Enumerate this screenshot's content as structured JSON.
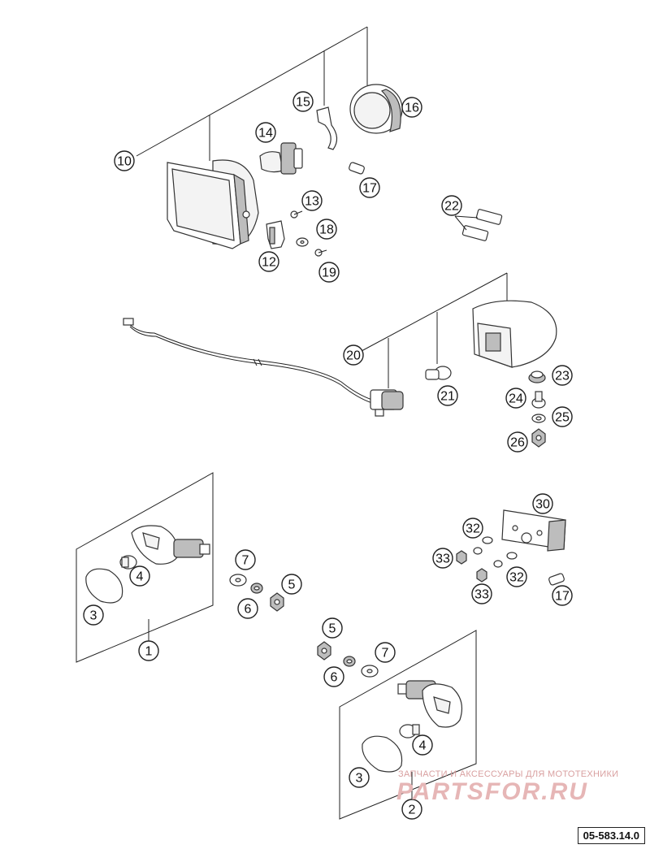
{
  "callouts": [
    {
      "id": "1",
      "label": "1"
    },
    {
      "id": "2",
      "label": "2"
    },
    {
      "id": "3a",
      "label": "3"
    },
    {
      "id": "3b",
      "label": "3"
    },
    {
      "id": "4a",
      "label": "4"
    },
    {
      "id": "4b",
      "label": "4"
    },
    {
      "id": "5a",
      "label": "5"
    },
    {
      "id": "5b",
      "label": "5"
    },
    {
      "id": "6a",
      "label": "6"
    },
    {
      "id": "6b",
      "label": "6"
    },
    {
      "id": "7a",
      "label": "7"
    },
    {
      "id": "7b",
      "label": "7"
    },
    {
      "id": "10",
      "label": "10"
    },
    {
      "id": "12",
      "label": "12"
    },
    {
      "id": "13",
      "label": "13"
    },
    {
      "id": "14",
      "label": "14"
    },
    {
      "id": "15",
      "label": "15"
    },
    {
      "id": "16",
      "label": "16"
    },
    {
      "id": "17a",
      "label": "17"
    },
    {
      "id": "17b",
      "label": "17"
    },
    {
      "id": "18",
      "label": "18"
    },
    {
      "id": "19",
      "label": "19"
    },
    {
      "id": "20",
      "label": "20"
    },
    {
      "id": "21",
      "label": "21"
    },
    {
      "id": "22",
      "label": "22"
    },
    {
      "id": "23",
      "label": "23"
    },
    {
      "id": "24",
      "label": "24"
    },
    {
      "id": "25",
      "label": "25"
    },
    {
      "id": "26",
      "label": "26"
    },
    {
      "id": "30",
      "label": "30"
    },
    {
      "id": "32a",
      "label": "32"
    },
    {
      "id": "32b",
      "label": "32"
    },
    {
      "id": "33a",
      "label": "33"
    },
    {
      "id": "33b",
      "label": "33"
    }
  ],
  "reference_code": "05-583.14.0",
  "watermark": {
    "caption": "ЗАПЧАСТИ И АКСЕССУАРЫ ДЛЯ МОТОТЕХНИКИ",
    "logo": "PARTSFOR.RU"
  }
}
